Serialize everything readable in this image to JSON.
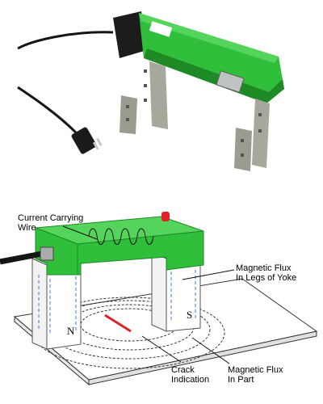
{
  "labels": {
    "current_wire": [
      "Current Carrying",
      "Wire"
    ],
    "flux_legs": [
      "Magnetic Flux",
      "In Legs of Yoke"
    ],
    "crack": [
      "Crack",
      "Indication"
    ],
    "flux_part": [
      "Magnetic Flux",
      "In Part"
    ]
  },
  "poles": {
    "north": "N",
    "south": "S"
  },
  "colors": {
    "yoke_green": "#2fbf3a",
    "yoke_dark": "#1e8a26",
    "crack_red": "#e0202a",
    "leg_steel": "#9a9a92",
    "cord_black": "#151515"
  }
}
